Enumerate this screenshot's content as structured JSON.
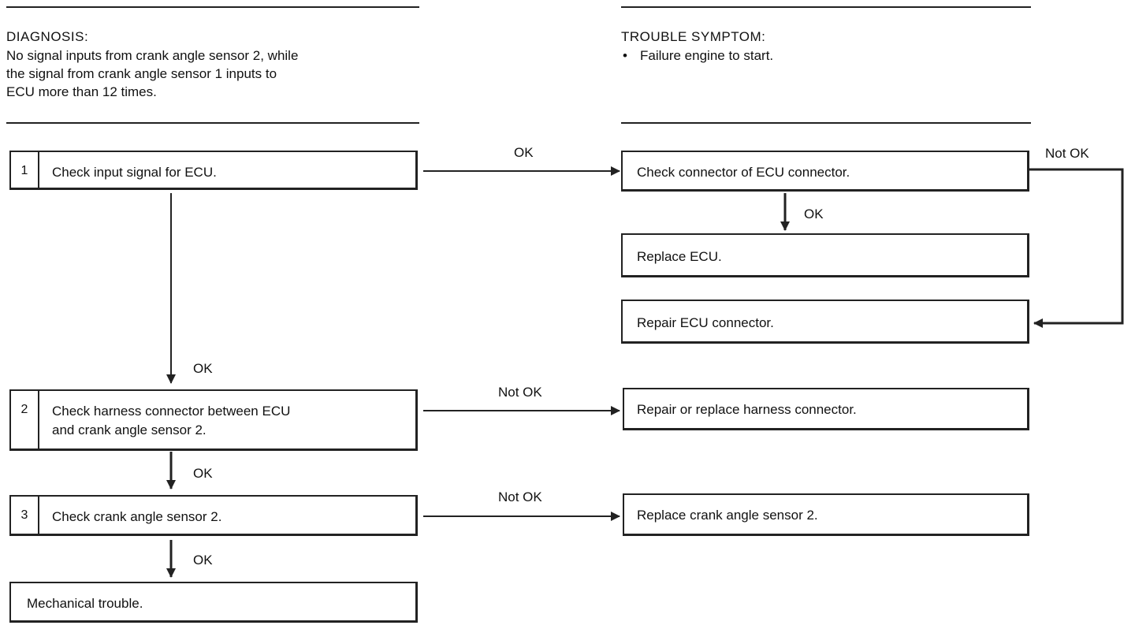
{
  "left_header": {
    "title": "DIAGNOSIS:",
    "lines": [
      "No signal inputs from crank angle sensor 2, while",
      "the signal from crank angle sensor 1 inputs to",
      "ECU more than 12 times."
    ]
  },
  "right_header": {
    "title": "TROUBLE SYMPTOM:",
    "bullet": "•",
    "item": "Failure engine to start."
  },
  "steps": [
    {
      "number": "1",
      "label": "Check input signal for ECU."
    },
    {
      "number": "2",
      "label_lines": [
        "Check harness connector between ECU",
        "and crank angle sensor 2."
      ]
    },
    {
      "number": "3",
      "label": "Check crank angle sensor 2."
    }
  ],
  "outcomes": {
    "mechanical": "Mechanical trouble.",
    "check_ecu_connector": "Check connector of ECU connector.",
    "replace_ecu": "Replace ECU.",
    "repair_ecu_connector": "Repair ECU connector.",
    "repair_harness": "Repair or replace harness connector.",
    "replace_sensor": "Replace crank angle sensor 2."
  },
  "arrow_labels": {
    "ok": "OK",
    "not_ok": "Not OK"
  }
}
